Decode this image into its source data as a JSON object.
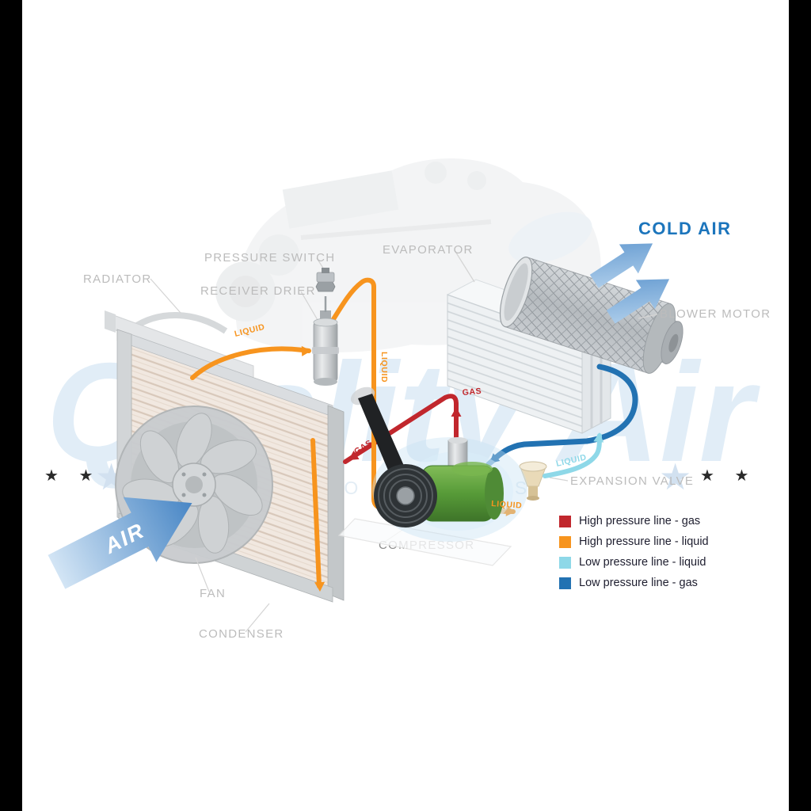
{
  "watermark": {
    "brand": "Quality Air",
    "subtext": "AUTO PARTS",
    "stars_small_left": "★ ★",
    "stars_small_right": "★ ★",
    "star_big_left": "★",
    "star_big_right": "★"
  },
  "airflow": {
    "cold_air": "COLD AIR",
    "air": "AIR"
  },
  "labels": {
    "radiator": "RADIATOR",
    "pressure_switch": "PRESSURE SWITCH",
    "receiver_drier": "RECEIVER DRIER",
    "evaporator": "EVAPORATOR",
    "blower_motor": "BLOWER MOTOR",
    "expansion_valve": "EXPANSION VALVE",
    "compressor": "COMPRESSOR",
    "fan": "FAN",
    "condenser": "CONDENSER"
  },
  "flow_labels": {
    "liquid_condenser_to_drier": "LIQUID",
    "liquid_drier_down": "LIQUID",
    "liquid_to_valve": "LIQUID",
    "liquid_low_side": "LIQUID",
    "gas_discharge": "GAS",
    "gas_to_condenser": "GAS"
  },
  "colors": {
    "high_gas": "#c1272d",
    "high_liquid": "#f7941e",
    "low_liquid": "#8ed8e8",
    "low_gas": "#2272b2",
    "cold_air_text": "#1c75bc"
  },
  "legend": {
    "items": [
      {
        "label": "High pressure line - gas",
        "color": "#c1272d"
      },
      {
        "label": "High pressure line - liquid",
        "color": "#f7941e"
      },
      {
        "label": "Low pressure line - liquid",
        "color": "#8ed8e8"
      },
      {
        "label": "Low pressure line -  gas",
        "color": "#2272b2"
      }
    ]
  }
}
